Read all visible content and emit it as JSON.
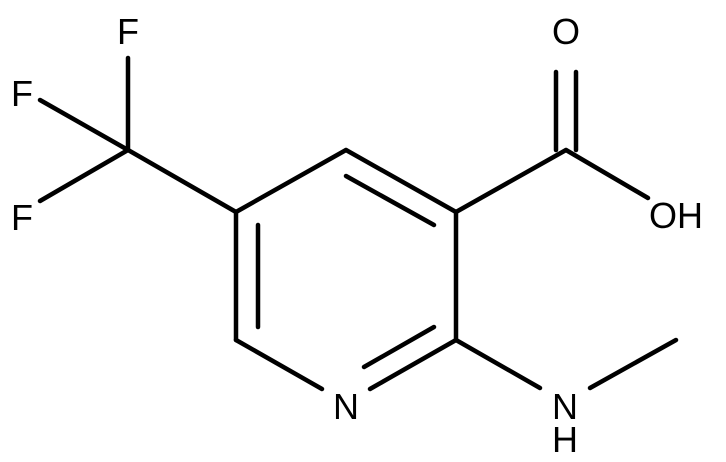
{
  "molecule": {
    "atom_labels": {
      "f1": "F",
      "f2": "F",
      "f3": "F",
      "o_carbonyl": "O",
      "oh": "OH",
      "n_ring": "N",
      "n_amine": "N",
      "h_amine": "H"
    },
    "colors": {
      "bond": "#000000",
      "label": "#000000",
      "background": "#ffffff"
    }
  }
}
